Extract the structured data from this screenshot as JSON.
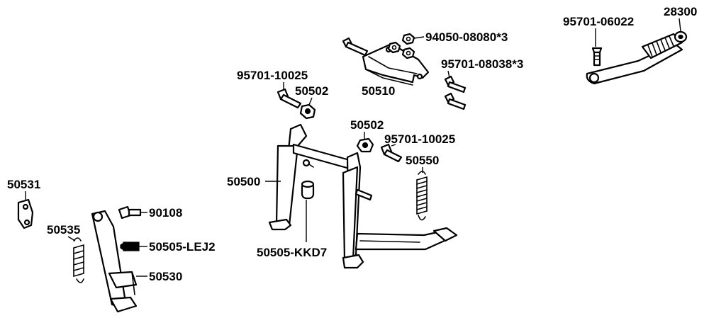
{
  "labels": {
    "p95701_06022": "95701-06022",
    "p28300": "28300",
    "p94050_08080": "94050-08080*3",
    "p95701_08038": "95701-08038*3",
    "p50510": "50510",
    "p95701_10025_a": "95701-10025",
    "p50502_a": "50502",
    "p50502_b": "50502",
    "p95701_10025_b": "95701-10025",
    "p50550": "50550",
    "p50500": "50500",
    "p50531": "50531",
    "p90108": "90108",
    "p50535": "50535",
    "p50505_lej2": "50505-LEJ2",
    "p50505_kkd7": "50505-KKD7",
    "p50530": "50530"
  }
}
